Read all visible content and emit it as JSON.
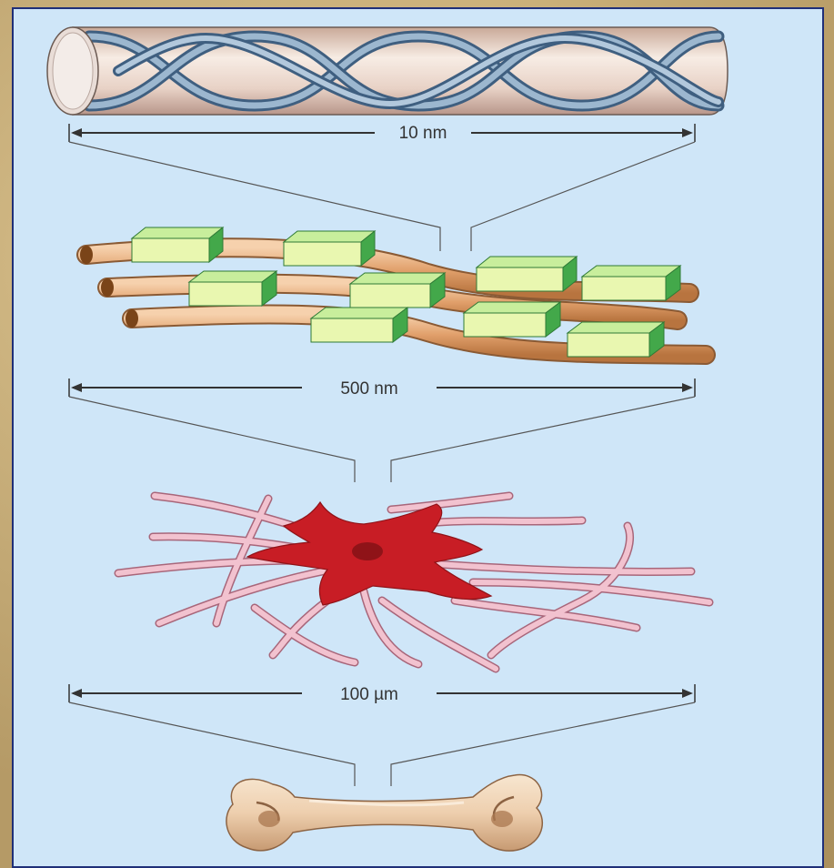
{
  "diagram": {
    "scale_labels": {
      "collagen_molecule": "10 nm",
      "fibrils": "500 nm",
      "cell_network": "100 µm"
    },
    "colors": {
      "panel_background": "#cfe6f8",
      "panel_border": "#1f2f78",
      "fiber_tan": "#e1a06b",
      "mineral_green": "#43a84a",
      "helix_blue": "#6f8eab",
      "osteocyte_red": "#c81d25",
      "process_pink": "#f2c2cf"
    },
    "icons": [
      "collagen-triple-helix-icon",
      "mineral-crystal-icon",
      "osteocyte-cell-icon",
      "long-bone-icon"
    ]
  }
}
